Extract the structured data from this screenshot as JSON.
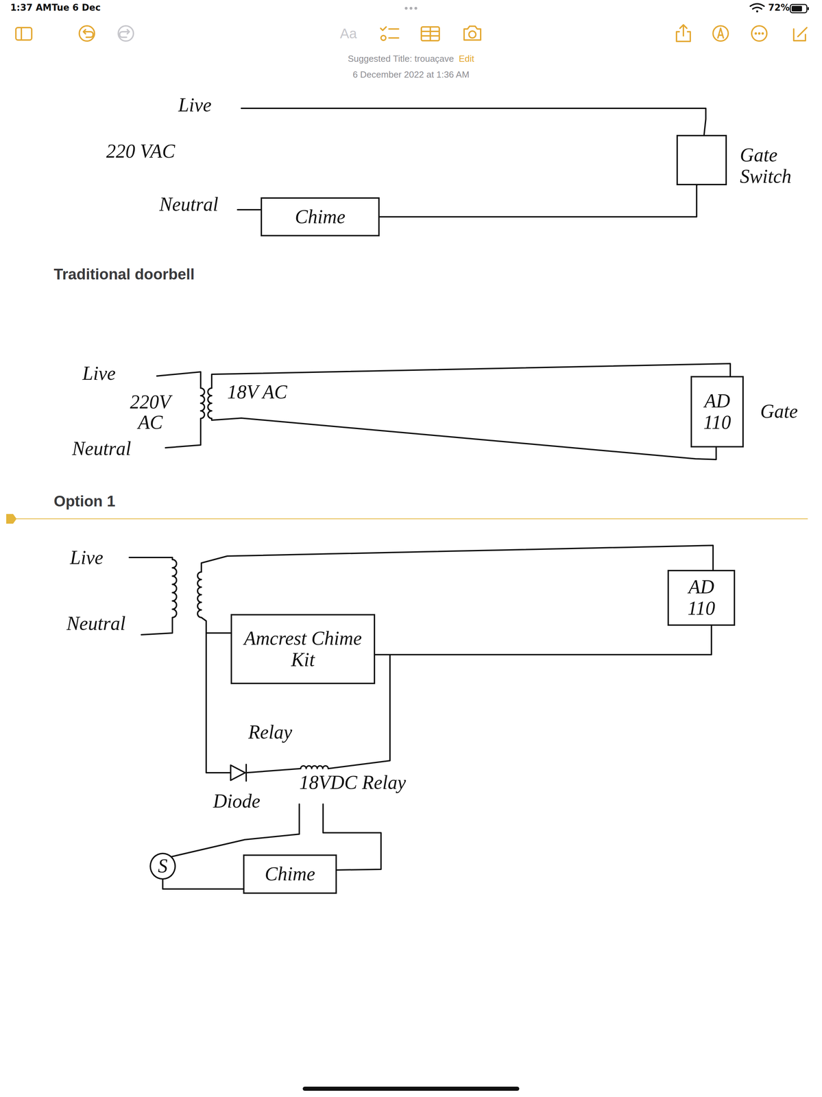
{
  "diagram": {
    "nodes": [
      {
        "text": [
          "Chime"
        ]
      },
      {
        "text": [
          "Gate Switch"
        ]
      },
      {
        "text": [
          "AD 110"
        ]
      },
      {
        "text": [
          "AD 110"
        ]
      },
      {
        "text": [
          "Amcrest Chime Kit"
        ]
      },
      {
        "text": [
          "S"
        ]
      },
      {
        "text": [
          "Chime"
        ]
      }
    ],
    "edges": [
      {
        "from": 0,
        "to": 1,
        "arrow": "none"
      },
      {
        "from": 4,
        "to": 3,
        "arrow": "none"
      },
      {
        "from": 5,
        "to": 6,
        "arrow": "none"
      }
    ],
    "labels": [
      "1:37 AM",
      "Tue 6 Dec",
      "72%",
      "Aa",
      "Suggested Title: trouaçave",
      "Edit",
      "6 December 2022 at 1:36 AM",
      "Live",
      "220 VAC",
      "Neutral",
      "Traditional doorbell",
      "Live",
      "220V AC",
      "Neutral",
      "18V AC",
      "Gate",
      "Option 1",
      "Live",
      "Neutral",
      "Relay",
      "Diode",
      "18VDC Relay"
    ]
  }
}
